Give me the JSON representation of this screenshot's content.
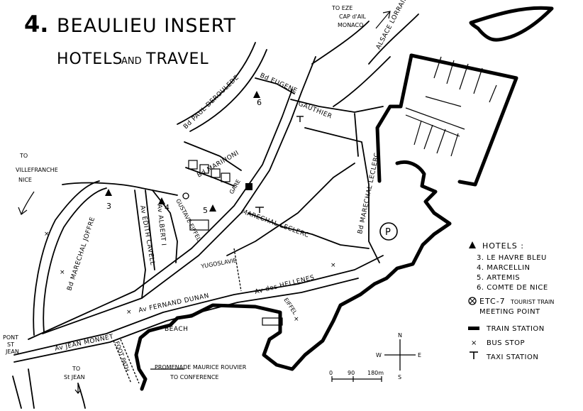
{
  "header": {
    "number": "4.",
    "title": "BEAULIEU INSERT",
    "subtitle_a": "HOTELS",
    "subtitle_and": "AND",
    "subtitle_b": "TRAVEL"
  },
  "directions": {
    "villefranche": [
      "TO",
      "VILLEFRANCHE",
      "NICE"
    ],
    "eze": [
      "TO EZE",
      "CAP d'AIL",
      "MONACO"
    ],
    "stjean": [
      "TO",
      "St JEAN"
    ],
    "conference": [
      "PROMENADE MAURICE ROUVIER",
      "TO CONFERENCE"
    ]
  },
  "streets": {
    "joffre": "Bd MARECHAL JOFFRE",
    "paul_deroulede": "Bd PAUL DEROULEDE",
    "eugene": "Bd EUGENE",
    "gauthier": "GAUTHIER",
    "alsace": "ALSACE LORRAINE",
    "leclerc_east": "Bd MARECHAL LECLERC",
    "leclerc_mid": "MARECHAL LECLERC",
    "marinoni": "Bd MARINONI",
    "edith_cavell": "Av EDITH CAVELL",
    "albert": "Av ALBERT I",
    "gustave_eiffel": "GUSTAVE EIFFEL",
    "fernand_dunan": "Av FERNAND DUNAN",
    "hellenes": "Av des HELLENES",
    "jean_monnet": "Av JEAN MONNET",
    "eiffel": "EIFFEL",
    "yugoslavie": "YUGOSLAVIE",
    "pont_st_jean": [
      "PONT",
      "ST",
      "JEAN"
    ],
    "beach": "BEACH",
    "foot_path": "FOOT PATH",
    "gare": "GARE"
  },
  "hotel_markers": [
    "3",
    "4",
    "5",
    "6"
  ],
  "parking_symbol": "P",
  "scale": {
    "ticks": [
      "0",
      "90",
      "180m"
    ]
  },
  "compass": {
    "n": "N",
    "s": "S",
    "e": "E",
    "w": "W"
  },
  "legend": {
    "hotels_title": "HOTELS :",
    "hotels": [
      "3. LE HAVRE BLEU",
      "4. MARCELLIN",
      "5. ARTEMIS",
      "6. COMTE DE NICE"
    ],
    "etc_code": "ETC-7",
    "etc_label": "TOURIST TRAIN",
    "etc_label2": "MEETING POINT",
    "train_station": "TRAIN STATION",
    "bus_stop": "BUS STOP",
    "taxi_station": "TAXI STATION"
  }
}
